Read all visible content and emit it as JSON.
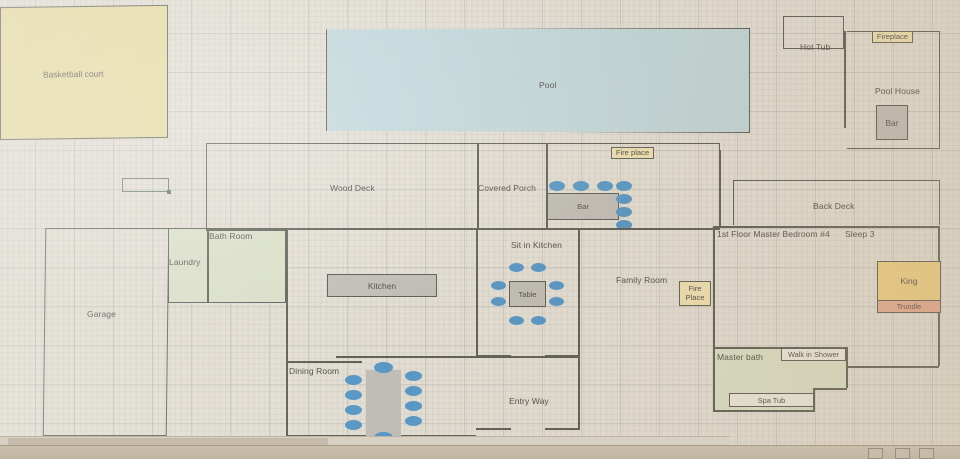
{
  "app": {
    "type": "floor-plan-drawing",
    "surface": "graph-paper"
  },
  "colors": {
    "pool_fill": "#b5d3dc",
    "court_fill": "#e7d88a",
    "green_room_fill": "#d5dec2",
    "bed_king_fill": "#efc96b",
    "bed_trundle_fill": "#e2987a",
    "furniture_gray": "#b3b2ae",
    "chair_blue": "#2a7fc1",
    "tag_yellow": "#efdfa8",
    "wall_stroke": "#33372f",
    "paper": "#e2ded5"
  },
  "outdoor": {
    "basketball_court": "Basketball court",
    "pool": "Pool",
    "hot_tub": "Hot Tub",
    "fireplace_pool_house": "Fireplace",
    "pool_house": "Pool House",
    "pool_house_bar": "Bar",
    "wood_deck": "Wood Deck",
    "covered_porch": "Covered Porch",
    "porch_fire_place": "Fire place",
    "porch_bar": "Bar",
    "back_deck": "Back Deck"
  },
  "interior": {
    "garage": "Garage",
    "laundry": "Laundry",
    "bath_room": "Bath Room",
    "kitchen": "Kitchen",
    "sit_in_kitchen": "Sit in Kitchen",
    "kitchen_table": "Table",
    "dining_room": "Dining Room",
    "entry_way": "Entry Way",
    "family_room": "Family Room",
    "family_fire_place_line1": "Fire",
    "family_fire_place_line2": "Place",
    "master_bedroom": "1st Floor Master Bedroom #4",
    "master_sleeps": "Sleep 3",
    "king_bed": "King",
    "trundle_bed": "Trundle",
    "master_bath": "Master bath",
    "walk_in_shower": "Walk in Shower",
    "spa_tub": "Spa Tub"
  },
  "chairs": {
    "porch_bar_top_count": 3,
    "porch_bar_right_count": 4,
    "kitchen_table_top_count": 2,
    "kitchen_table_bottom_count": 2,
    "kitchen_table_left_count": 2,
    "kitchen_table_right_count": 2,
    "dining_left_count": 4,
    "dining_right_count": 4,
    "dining_top_count": 1,
    "dining_bottom_count": 1
  }
}
